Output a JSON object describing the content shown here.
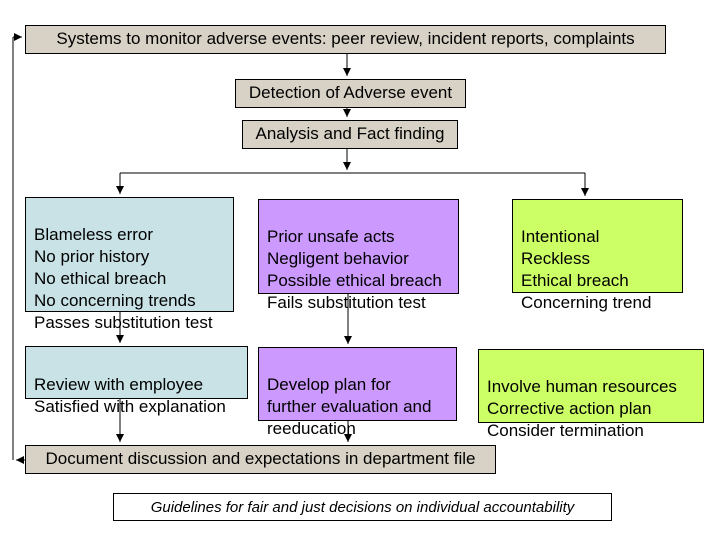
{
  "colors": {
    "neutral_box": "#d7d2c5",
    "blameless_box": "#c8e2e6",
    "unsafe_box": "#cc99ff",
    "intentional_box": "#ccff66",
    "connector": "#000000",
    "background": "#ffffff"
  },
  "boxes": {
    "systems": "Systems to monitor adverse events: peer review, incident reports, complaints",
    "detection": "Detection of Adverse event",
    "analysis": "Analysis and Fact finding",
    "blameless": [
      "Blameless error",
      "No prior history",
      "No ethical breach",
      "No concerning trends",
      "Passes substitution test"
    ],
    "prior_unsafe": [
      "Prior unsafe acts",
      "Negligent behavior",
      "Possible ethical breach",
      "Fails substitution test"
    ],
    "intentional": [
      "Intentional",
      "Reckless",
      "Ethical breach",
      "Concerning trend"
    ],
    "review": [
      "Review with employee",
      "Satisfied with explanation"
    ],
    "develop": [
      "Develop plan for",
      "further evaluation and",
      "reeducation"
    ],
    "involve": [
      "Involve human resources",
      "Corrective action plan",
      "Consider termination"
    ],
    "document": "Document discussion and expectations in department file"
  },
  "caption": "Guidelines for fair and just decisions on individual accountability"
}
